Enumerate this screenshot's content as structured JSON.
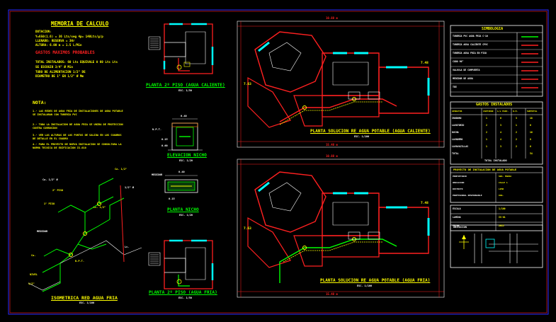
{
  "calc": {
    "title": "MEMORIA DE CALCULO",
    "lines": [
      "DOTACION:",
      "Y=650(1.6) = 36 Lts/seg 4p= 140Lts/g/p",
      "LLENADO: RESERVA = 3Hr",
      "ALTURA: 6.00 m = 1.5 L/Min",
      "GASTOS MAXIMOS PROBABLES",
      "TOTAL INSTALADOS: 60 Lts EQUIVALE A 60 Lts Lts",
      "SE ESCOGIO 3/4\" Ø Min",
      "TUBO DE ALIMENTACION 1/2\" DE",
      "DIAMETRO DE 1\" EN 1/2\" Ø Mm"
    ]
  },
  "notes": {
    "title": "NOTA:",
    "items": [
      "1.- LAS REDES DE AGUA FRIA DE INSTALACIONES DE AGUA POTABLE SE INSTALARAN CON TUBERIA PVC",
      "2.- TODA LA INSTALACION DE AGUA FRIA SE UNIRA DE PROTECCION CONTRA CORROSION",
      "3.- VER LAS ALTURAS DE LOS PUNTOS DE SALIDA EN LOS CUADROS DE DETALLE EN EL CUADRO",
      "4.- PARA EL PROYECTO DE NUEVA INSTALACION SE CONSULTARA LA NORMA TECNICA DE EDIFICACION IS.010"
    ]
  },
  "iso": {
    "title": "ISOMETRICA RED AGUA FRIA",
    "scale": "ESC. 1/100",
    "labels": [
      "Ca. 1/2\" Ø",
      "2\" PISO",
      "Ca. 1/2\"",
      "1/2\" Ø",
      "Lv. 1/2\"",
      "1\" PISO",
      "MEDIDOR",
      "Ca.",
      "N.P.T.",
      "Lv.",
      "NIVEL",
      "1/2\""
    ]
  },
  "plan_hot": {
    "title": "PLANTA 2º PISO (AGUA CALIENTE)",
    "scale": "ESC. 1/50"
  },
  "plan_cold": {
    "title": "PLANTA 2º PISO (AGUA FRIA)",
    "scale": "ESC. 1/50"
  },
  "elevation": {
    "title": "ELEVACION NICHO",
    "scale": "ESC. 1/20",
    "labels": [
      "N.P.T.",
      "0.40",
      "0.15",
      "0.60"
    ]
  },
  "niche": {
    "title": "PLANTA NICHO",
    "scale": "ESC. 1/20",
    "labels": [
      "MEDIDOR",
      "0.40",
      "0.15"
    ]
  },
  "sol_hot": {
    "title": "PLANTA SOLUCION RE AGUA POTABLE (AGUA CALIENTE)",
    "scale": "ESC. 1/100",
    "dims": [
      "10.88 m",
      "7.63",
      "7.48",
      "15.48 m"
    ]
  },
  "sol_cold": {
    "title": "PLANTA SOLUCION RE AGUA POTABLE (AGUA FRIA)",
    "scale": "ESC. 1/100",
    "dims": [
      "10.88 m",
      "7.63",
      "7.48",
      "15.48 m"
    ]
  },
  "legend": {
    "title": "SIMBOLOGIA",
    "rows": [
      {
        "label": "TUBERIA PVC AGUA FRIA C-10",
        "color": "#00ff00"
      },
      {
        "label": "TUBERIA AGUA CALIENTE CPVC",
        "color": "#ff2020"
      },
      {
        "label": "TUBERIA AGUA FRIA EN PISO",
        "color": "#ff2020"
      },
      {
        "label": "CODO 90°",
        "color": "#ff2020"
      },
      {
        "label": "VALVULA DE COMPUERTA",
        "color": "#ff2020"
      },
      {
        "label": "MEDIDOR DE AGUA",
        "color": "#ff2020"
      },
      {
        "label": "TEE",
        "color": "#ff2020"
      }
    ]
  },
  "table": {
    "title": "GASTOS INSTALADOS",
    "headers": [
      "APARATOS",
      "CANTIDAD",
      "L/s PARC.",
      "U.H.",
      "SUBTOTAL"
    ],
    "rows": [
      [
        "INODORO",
        "1",
        "6",
        "3",
        "18"
      ],
      [
        "LAVATORIO",
        "2",
        "3",
        "1",
        "6"
      ],
      [
        "DUCHA",
        "2",
        "4",
        "2",
        "16"
      ],
      [
        "LAVADERO",
        "1",
        "4",
        "2",
        "8"
      ],
      [
        "LAVAVAJILLAS",
        "1",
        "3",
        "2",
        "6"
      ],
      [
        "TOTAL",
        "",
        "",
        "",
        "54"
      ]
    ],
    "footer": "TOTAL INSTALADO"
  },
  "title_block": {
    "title": "PROYECTO DE INSTALACION DE AGUA POTABLE",
    "rows": [
      [
        "PROPIETARIO",
        "SRA. MARIA"
      ],
      [
        "UBICACION",
        "CALLE 1"
      ],
      [
        "DISTRITO",
        "LIMA"
      ],
      [
        "PROFESIONAL RESPONSABLE",
        "ING."
      ]
    ],
    "info": [
      [
        "ESCALA",
        "1/100"
      ],
      [
        "LAMINA",
        "IS-01"
      ],
      [
        "FECHA",
        "2015"
      ]
    ]
  },
  "location": {
    "label": "UBICACION"
  }
}
